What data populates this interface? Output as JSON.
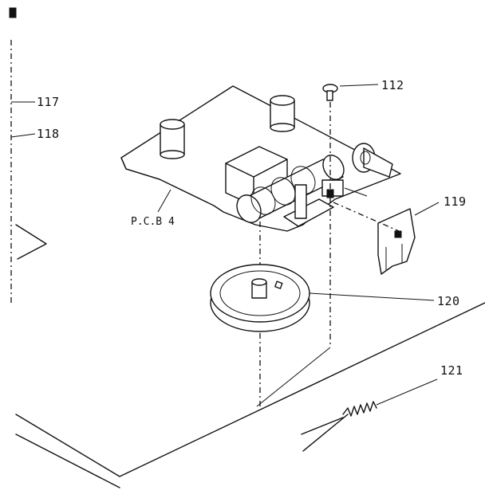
{
  "labels": {
    "part_112": "112",
    "part_117": "117",
    "part_118": "118",
    "part_119": "119",
    "part_120": "120",
    "part_121": "121",
    "pcb": "P.C.B 4"
  }
}
